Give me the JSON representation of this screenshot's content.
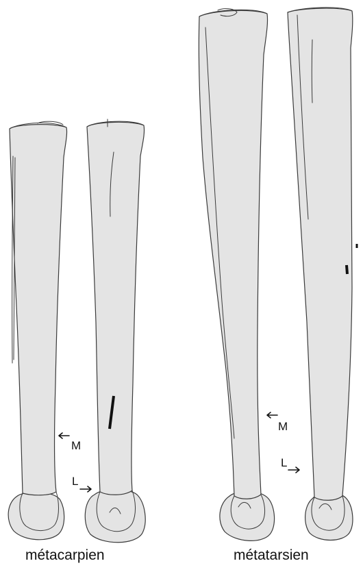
{
  "figure": {
    "labels": {
      "medial": "M",
      "lateral": "L"
    },
    "captions": {
      "metacarpal": "métacarpien",
      "metatarsal": "métatarsien"
    }
  }
}
